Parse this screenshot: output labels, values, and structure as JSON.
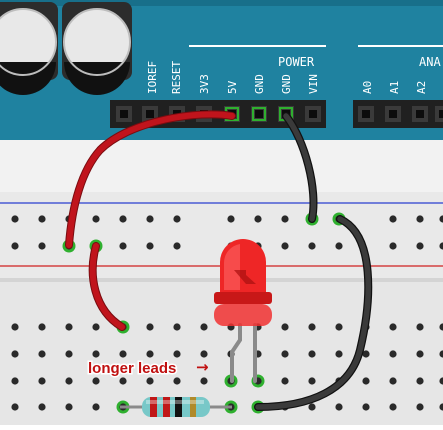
{
  "board": {
    "pin_labels": [
      "IOREF",
      "RESET",
      "3V3",
      "5V",
      "GND",
      "GND",
      "VIN",
      "A0",
      "A1",
      "A2"
    ],
    "power_label": "POWER",
    "analog_label": "ANA"
  },
  "annotation": {
    "text": "longer leads",
    "arrow": "→"
  },
  "colors": {
    "board": "#1f82a0",
    "breadboard": "#e6e6e6",
    "red_wire": "#c0141c",
    "black_wire": "#2b2b2b",
    "led": "#f02020",
    "annotation": "#c01010",
    "hole_active": "#2fb02f"
  }
}
